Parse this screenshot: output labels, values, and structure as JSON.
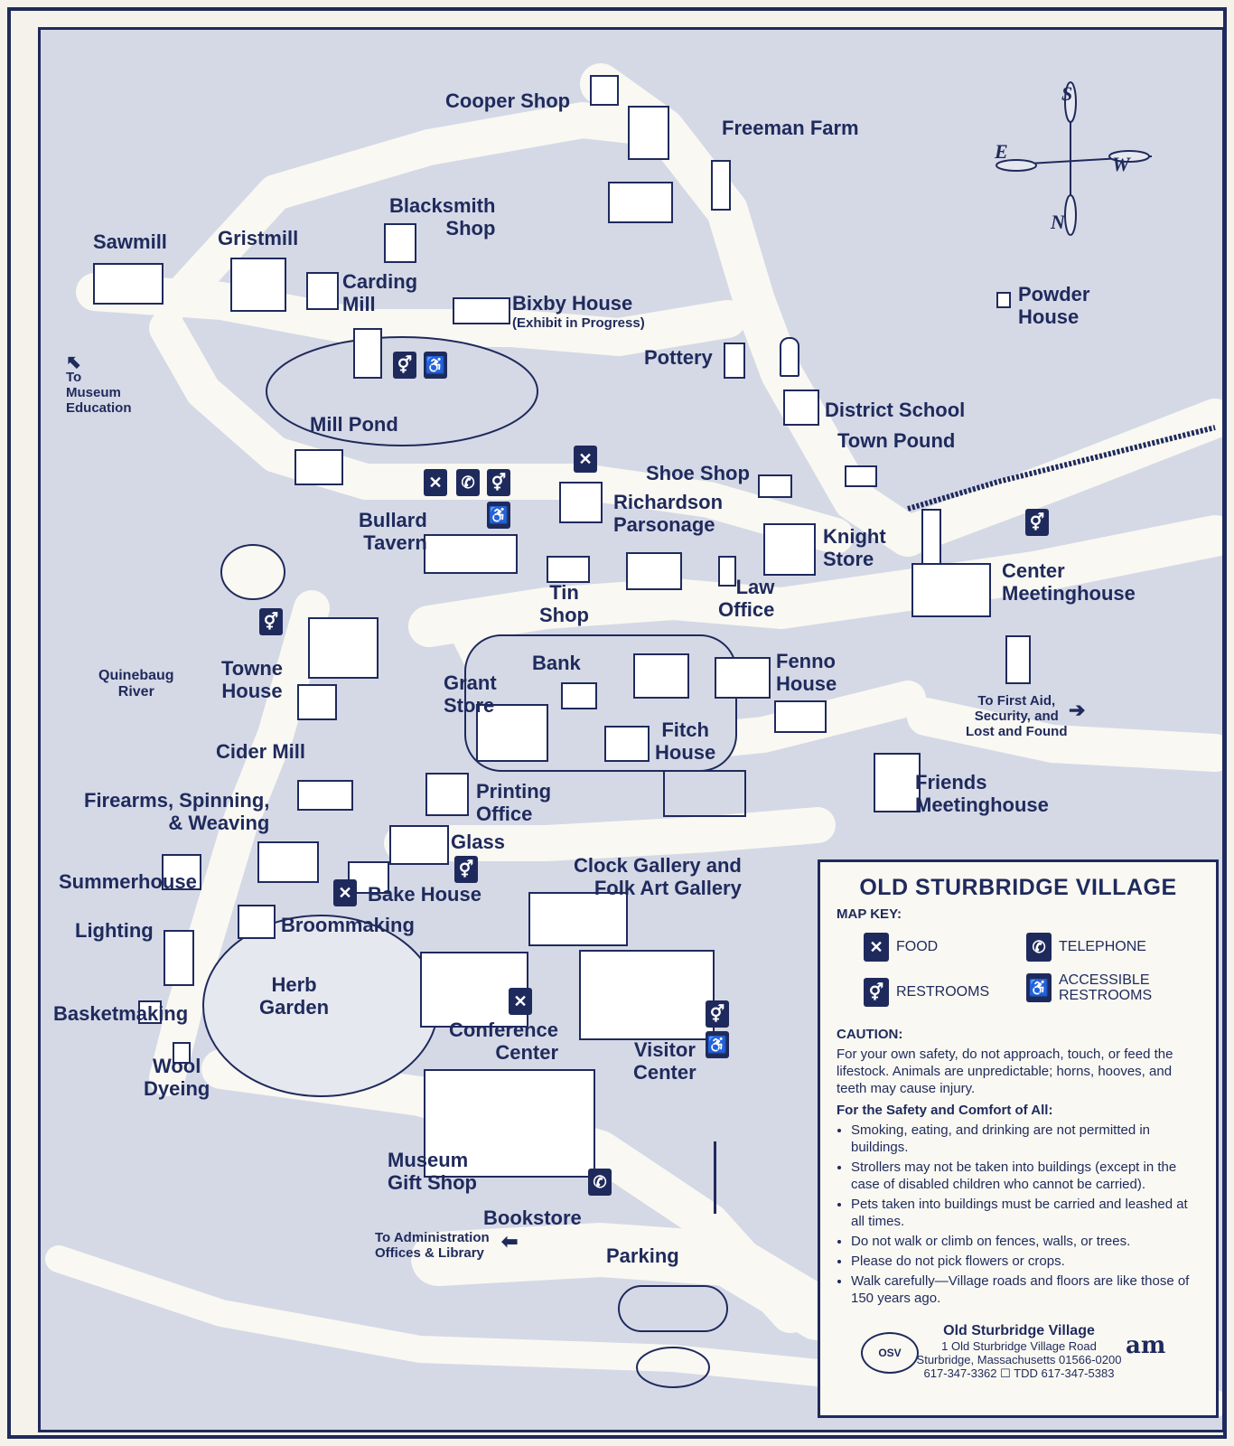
{
  "title": "OLD STURBRIDGE VILLAGE",
  "compass": {
    "n": "N",
    "s": "S",
    "e": "E",
    "w": "W"
  },
  "places": {
    "cooper_shop": "Cooper Shop",
    "freeman_farm": "Freeman Farm",
    "sawmill": "Sawmill",
    "gristmill": "Gristmill",
    "blacksmith_shop": "Blacksmith\nShop",
    "carding_mill": "Carding\nMill",
    "bixby_house": "Bixby House",
    "bixby_note": "(Exhibit in Progress)",
    "powder_house": "Powder\nHouse",
    "pottery": "Pottery",
    "district_school": "District School",
    "town_pound": "Town Pound",
    "mill_pond": "Mill Pond",
    "to_museum_education": "To\nMuseum\nEducation",
    "shoe_shop": "Shoe Shop",
    "richardson_parsonage": "Richardson\nParsonage",
    "bullard_tavern": "Bullard\nTavern",
    "knight_store": "Knight\nStore",
    "center_meetinghouse": "Center\nMeetinghouse",
    "tin_shop": "Tin\nShop",
    "law_office": "Law\nOffice",
    "towne_house": "Towne\nHouse",
    "quinebaug_river": "Quinebaug\nRiver",
    "bank": "Bank",
    "grant_store": "Grant\nStore",
    "fenno_house": "Fenno\nHouse",
    "fitch_house": "Fitch\nHouse",
    "to_first_aid": "To First Aid,\nSecurity, and\nLost and Found",
    "cider_mill": "Cider Mill",
    "firearms": "Firearms, Spinning,\n& Weaving",
    "printing_office": "Printing\nOffice",
    "friends_meetinghouse": "Friends\nMeetinghouse",
    "summerhouse": "Summerhouse",
    "glass": "Glass",
    "clock_gallery": "Clock Gallery and\nFolk Art Gallery",
    "bake_house": "Bake House",
    "lighting": "Lighting",
    "broommaking": "Broommaking",
    "herb_garden": "Herb\nGarden",
    "basketmaking": "Basketmaking",
    "wool_dyeing": "Wool\nDyeing",
    "conference_center": "Conference\nCenter",
    "visitor_center": "Visitor\nCenter",
    "museum_gift_shop": "Museum\nGift Shop",
    "bookstore": "Bookstore",
    "to_admin": "To Administration\nOffices & Library",
    "parking": "Parking"
  },
  "icons": {
    "food": "fork-knife-icon",
    "telephone": "telephone-icon",
    "restrooms": "restrooms-icon",
    "accessible": "wheelchair-icon"
  },
  "key": {
    "heading": "MAP KEY:",
    "food": "FOOD",
    "telephone": "TELEPHONE",
    "restrooms": "RESTROOMS",
    "accessible": "ACCESSIBLE\nRESTROOMS",
    "caution_heading": "CAUTION:",
    "caution_text": "For your own safety, do not approach, touch, or feed the lifestock. Animals are unpredictable; horns, hooves, and teeth may cause injury.",
    "safety_heading": "For the Safety and Comfort of All:",
    "rules": [
      "Smoking, eating, and drinking are not permitted in buildings.",
      "Strollers may not be taken into buildings (except in the case of disabled children who cannot be carried).",
      "Pets taken into buildings must be carried and leashed at all times.",
      "Do not walk or climb on fences, walls, or trees.",
      "Please do not pick flowers or crops.",
      "Walk carefully—Village roads and floors are like those of 150 years ago."
    ],
    "org_name": "Old Sturbridge Village",
    "address1": "1 Old Sturbridge Village Road",
    "address2": "Sturbridge, Massachusetts 01566-0200",
    "phones": "617-347-3362 ☐ TDD 617-347-5383",
    "logo_text": "OSV"
  },
  "colors": {
    "ink": "#1f2a5c",
    "paper": "#f4f2ea",
    "ground": "#d5d9e6",
    "road": "#f9f8f2"
  }
}
